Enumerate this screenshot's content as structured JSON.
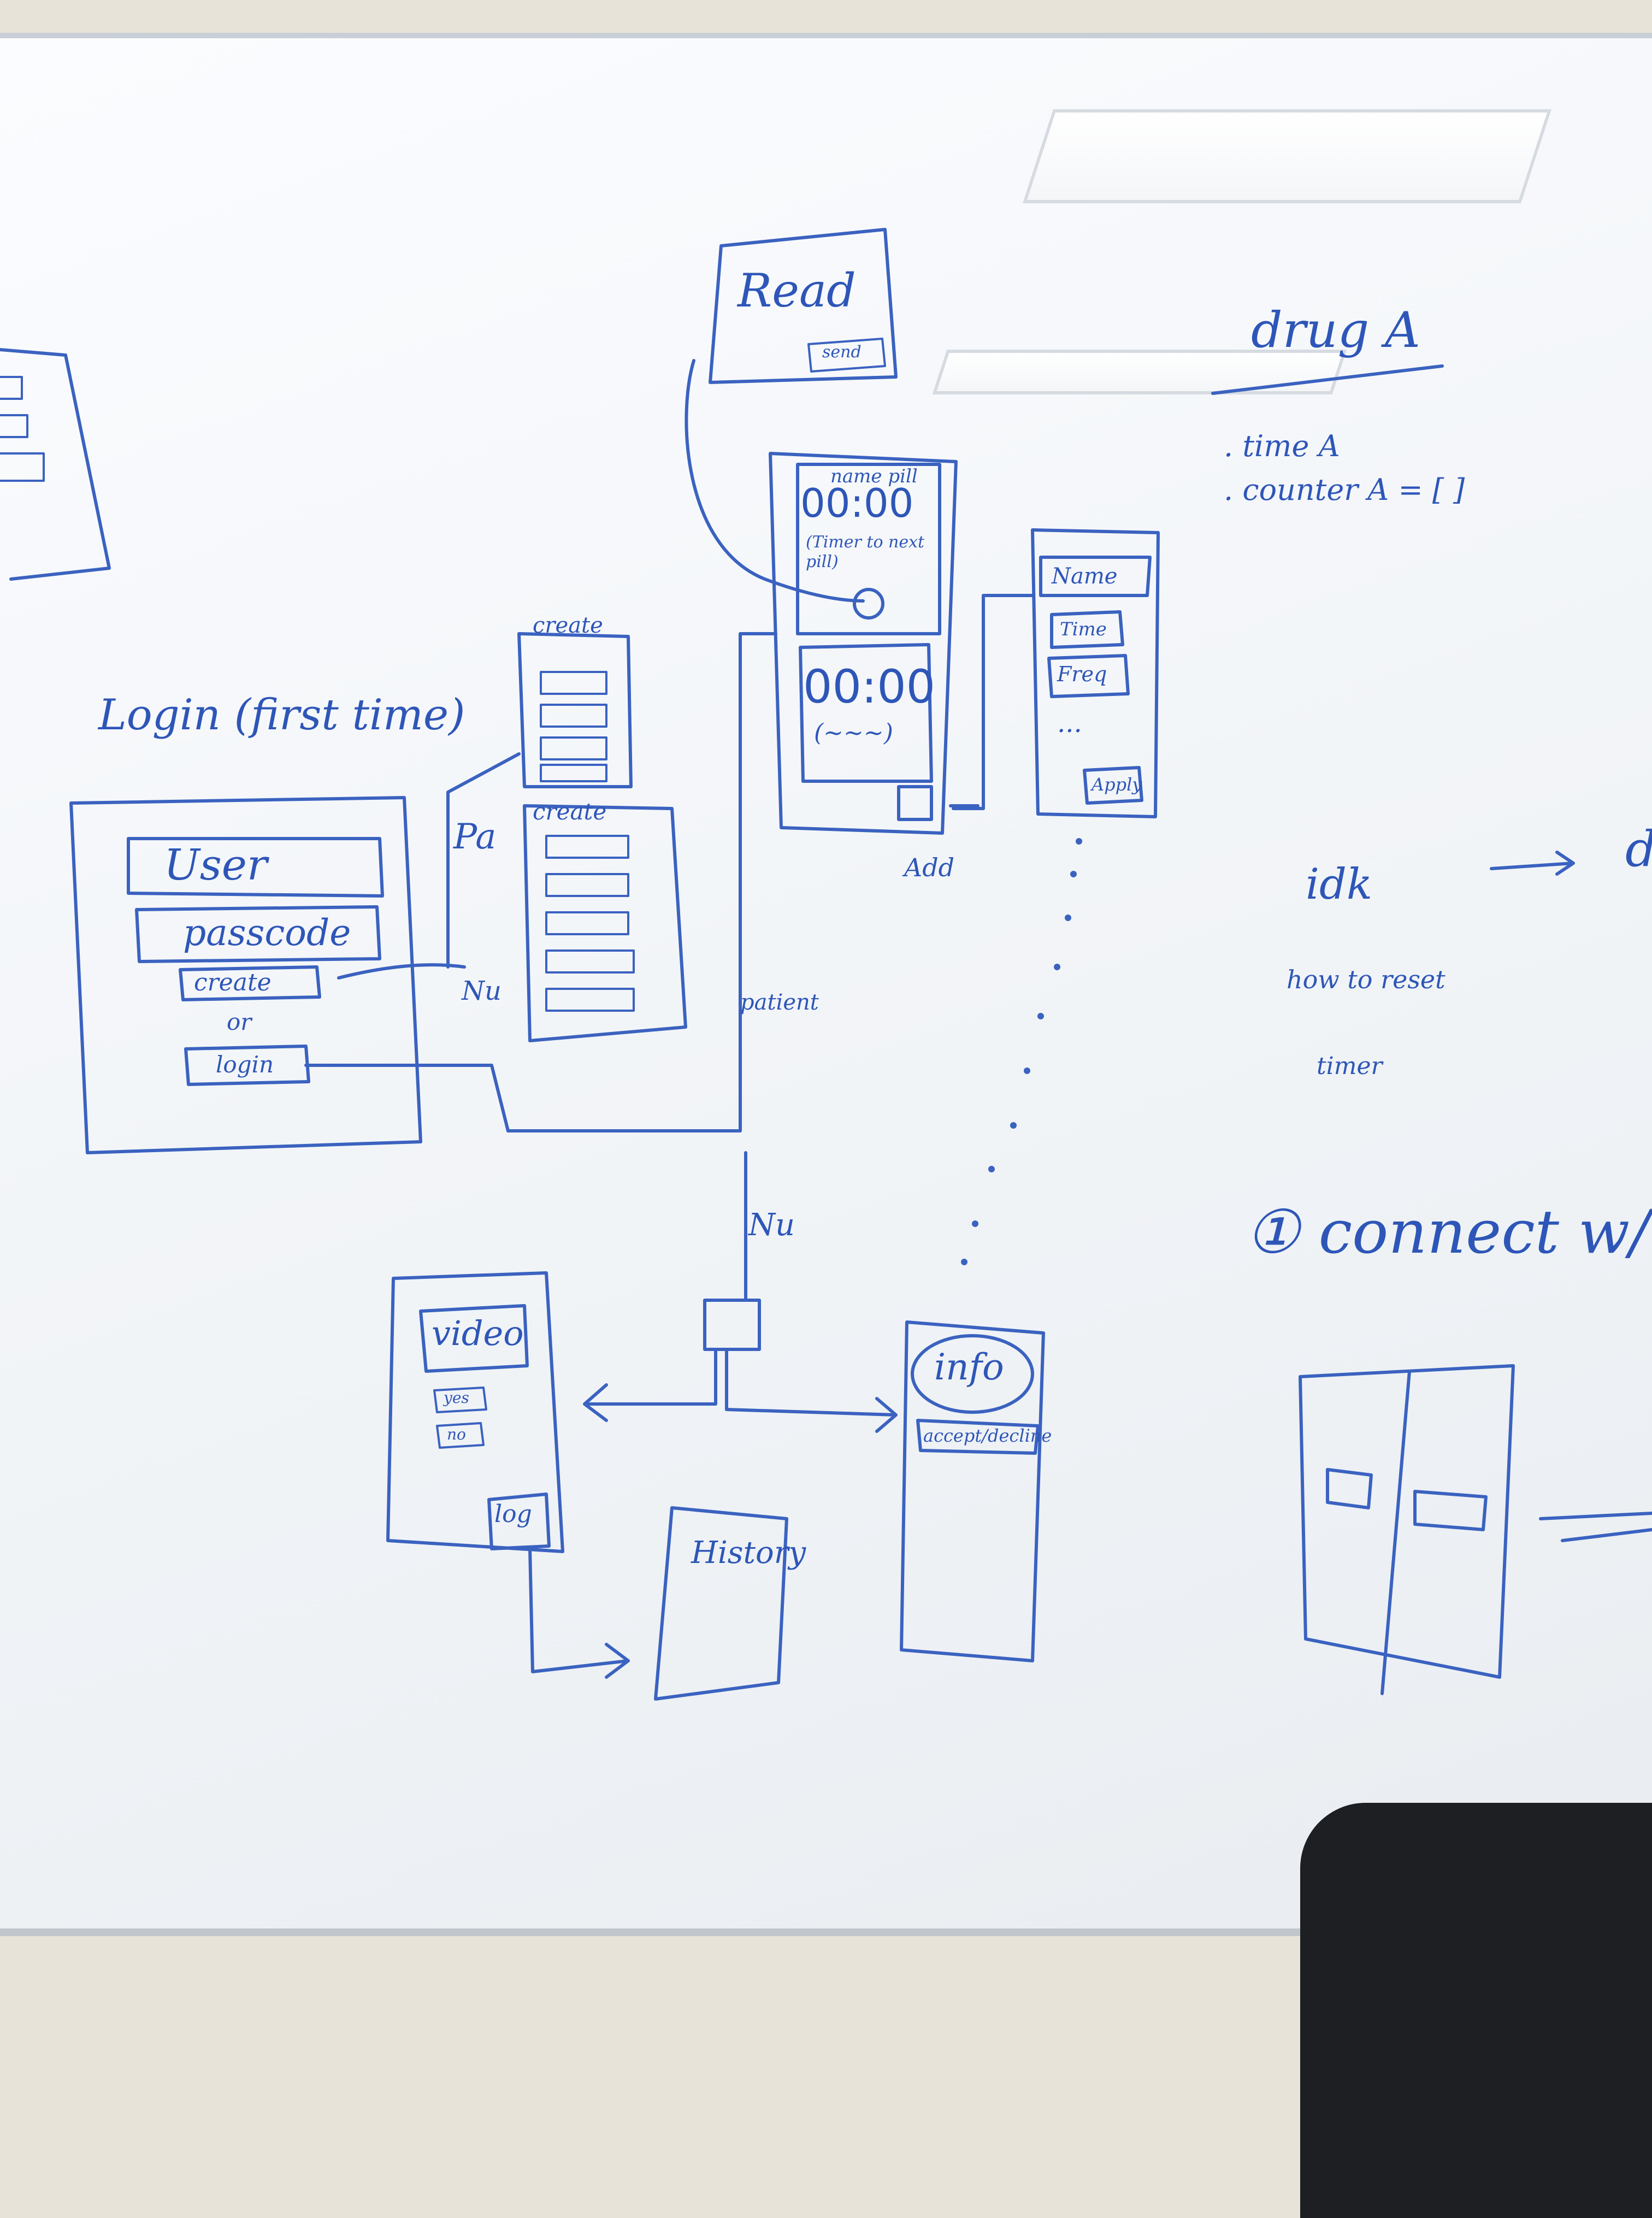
{
  "login": {
    "title": "Login (first time)",
    "user_field": "User",
    "passcode_field": "passcode",
    "create_button": "create",
    "or_text": "or",
    "login_button": "login"
  },
  "flow_labels": {
    "pa": "Pa",
    "nu_left": "Nu",
    "patient": "patient",
    "nu_bottom": "Nu",
    "add": "Add"
  },
  "create_screens": {
    "top_title": "create",
    "bottom_title": "create"
  },
  "read_screen": {
    "title": "Read",
    "send_button": "send"
  },
  "timer_screen": {
    "header": "name pill",
    "timer_value": "00:00",
    "timer_caption": "(Timer to next pill)",
    "second_timer_value": "00:00",
    "second_caption": "(~~~)"
  },
  "add_form": {
    "fields": [
      "Name",
      "Time",
      "Freq"
    ],
    "ellipsis": "...",
    "apply_button": "Apply"
  },
  "video_screen": {
    "title": "video",
    "yes_button": "yes",
    "no_button": "no",
    "log_button": "log"
  },
  "history_screen": {
    "title": "History"
  },
  "info_screen": {
    "title": "info",
    "button": "accept/decline"
  },
  "notes": {
    "drug_title": "drug A",
    "drug_fields": [
      ". time A",
      ". counter A = [ ]"
    ],
    "idk": "idk",
    "arrow_target": "d",
    "reset_note": "how to reset",
    "timer_note": "timer",
    "connect_note": "① connect w/"
  },
  "colors": {
    "ink": "#3a62c0",
    "board": "#f4f6f9",
    "wall": "#e8e3d8"
  }
}
